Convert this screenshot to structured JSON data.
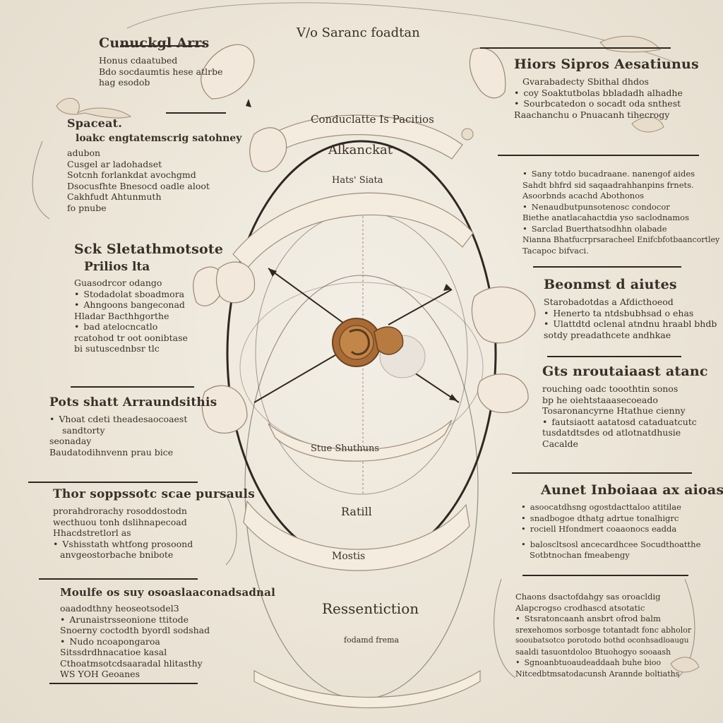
{
  "diagram": {
    "top_banner": "V/o Saranc foadtan",
    "center_title": "Alkanckat",
    "upper_band": "Conduclatte Is Pacitios",
    "middle_band": "Hats' Siata",
    "lower_band": "Stue Shuthuns",
    "bottom_band": "Ratill",
    "bottom_title": "Ressentiction",
    "bottom_sub": "fodamd frema",
    "bottom_caption": "Mostis",
    "center_icon": "coin-gear-icon",
    "accent": "#8a5a2c",
    "line_color": "#2e2722"
  },
  "left_panels": [
    {
      "title": "Cunuckgl Arrs",
      "items": [
        {
          "text": "Honus cdaatubed",
          "bullet": false
        },
        {
          "text": "Bdo socdaumtis hese atlrbe",
          "bullet": false
        },
        {
          "text": "hag esodob",
          "bullet": false
        }
      ]
    },
    {
      "title": "Spaceat.",
      "subtitle": "loakc engtatemscrig satohney",
      "items": [
        {
          "text": "adubon",
          "bullet": false
        },
        {
          "text": "Cusgel ar ladohadset",
          "bullet": false
        },
        {
          "text": "Sotcnh forlankdat avochgmd",
          "bullet": false
        },
        {
          "text": "Dsocusfhte Bnesocd oadle aloot",
          "bullet": false
        },
        {
          "text": "Cakhfudt Ahtunmuth",
          "bullet": false
        },
        {
          "text": "fo pnube",
          "bullet": false
        }
      ]
    },
    {
      "title": "Sck Sletathmotsote",
      "subtitle": "Prilios lta",
      "items": [
        {
          "text": "Guasodrcor odango",
          "bullet": false
        },
        {
          "text": "Stodadolat sboadmora",
          "bullet": true
        },
        {
          "text": "Ahngoons bangeconad",
          "bullet": true
        },
        {
          "text": "Hladar Bacthhgorthe",
          "bullet": false
        },
        {
          "text": "bad atelocncatlo",
          "bullet": true
        },
        {
          "text": "rcatohod tr oot oonibtase",
          "bullet": false
        },
        {
          "text": "bi sutuscednbsr tlc",
          "bullet": false
        }
      ]
    },
    {
      "title": "Pots shatt Arraundsithis",
      "items": [
        {
          "text": "Vhoat cdeti theadesaocoaest",
          "bullet": true
        },
        {
          "text": "sandtorty",
          "bullet": false
        },
        {
          "text": "seonaday",
          "bullet": false
        },
        {
          "text": "Baudatodihnvenn prau bice",
          "bullet": false
        }
      ]
    },
    {
      "title": "Thor soppssotc scae pursauls",
      "items": [
        {
          "text": "prorahdrorachy rosoddostodn",
          "bullet": false
        },
        {
          "text": "wecthuou tonh dslihnapecoad",
          "bullet": false
        },
        {
          "text": "Hhacdstretlorl as",
          "bullet": false
        },
        {
          "text": "Vshisstath whtfong prosoond",
          "bullet": true
        },
        {
          "text": "anvgeostorbache bnibote",
          "bullet": false
        }
      ]
    },
    {
      "title": "Moulfe os suy osoaslaaconadsadnal",
      "items": [
        {
          "text": "oaadodthny heoseotsodel3",
          "bullet": false
        },
        {
          "text": "Arunaistrsseonione ttitode",
          "bullet": true
        },
        {
          "text": "Snoerny coctodth byordl sodshad",
          "bullet": false
        },
        {
          "text": "Nudo ncoapongaroa",
          "bullet": true
        },
        {
          "text": "Sitssdrdhnacatioe kasal",
          "bullet": false
        },
        {
          "text": "Cthoatmsotcdsaaradal hlitasthy",
          "bullet": false
        },
        {
          "text": "WS YOH Geoanes",
          "bullet": false
        }
      ]
    }
  ],
  "right_panels": [
    {
      "title": "Hiors Sipros Aesatiunus",
      "items": [
        {
          "text": "Gvarabadecty Sbithal dhdos",
          "bullet": false
        },
        {
          "text": "coy Soaktutbolas bbladadh alhadhe",
          "bullet": true
        },
        {
          "text": "Sourbcatedon o socadt oda snthest",
          "bullet": true
        },
        {
          "text": "Raachanchu o Pnuacanh tihecrogy",
          "bullet": false
        }
      ]
    },
    {
      "title": "",
      "items": [
        {
          "text": "Sany totdo bucadraane. nanengof aides",
          "bullet": true
        },
        {
          "text": "Sahdt bhfrd sid saqaadrahhanpins frnets.",
          "bullet": false
        },
        {
          "text": "Asoorbnds acachd Abothonos",
          "bullet": false
        },
        {
          "text": "Nenaudbutpunsotenosc condocor",
          "bullet": true
        },
        {
          "text": "Biethe anatlacahactdia yso saclodnamos",
          "bullet": false
        },
        {
          "text": "Sarclad Buerthatsodhhn olabade",
          "bullet": true
        },
        {
          "text": "Nianna Bhatfucrprsaracheel Enifcbfotbaancortley",
          "bullet": false
        },
        {
          "text": "Tacapoc bifvaci.",
          "bullet": false
        }
      ]
    },
    {
      "title": "Beonmst d aiutes",
      "items": [
        {
          "text": "Starobadotdas a Afdicthoeod",
          "bullet": false
        },
        {
          "text": "Henerto ta ntdsbubhsad o ehas",
          "bullet": true
        },
        {
          "text": "Ulattdtd oclenal atndnu hraabl bhdb",
          "bullet": true
        },
        {
          "text": "sotdy preadathcete andhkae",
          "bullet": false
        }
      ]
    },
    {
      "title": "Gts nroutaiaast atanc",
      "items": [
        {
          "text": "rouching oadc tooothtin sonos",
          "bullet": false
        },
        {
          "text": "bp he oiehtstaaasecoeado",
          "bullet": false
        },
        {
          "text": "Tosaronancyrne Htathue cienny",
          "bullet": false
        },
        {
          "text": "fautsiaott aatatosd cataduatcutc",
          "bullet": true
        },
        {
          "text": "tusdatdtsdes od atlotnatdhusie",
          "bullet": false
        },
        {
          "text": "Cacalde",
          "bullet": false
        }
      ]
    },
    {
      "title": "Aunet Inboiaaa ax aioastil.",
      "items": [
        {
          "text": "asoocatdhsng ogostdacttaloo atitilae",
          "bullet": true
        },
        {
          "text": "snadbogoe dthatg adrtue tonalhigrc",
          "bullet": true
        },
        {
          "text": "rociell Hfondmert coaaonocs eadda",
          "bullet": true
        },
        {
          "text": "baloscltsosl ancecardhcee Socudthoatthe",
          "bullet": true
        },
        {
          "text": "Sotbtnochan fmeabengy",
          "bullet": false
        }
      ]
    },
    {
      "title": "",
      "items": [
        {
          "text": "Chaons dsactofdahgy sas oroacldig",
          "bullet": false
        },
        {
          "text": "Alapcrogso crodhascd atsotatic",
          "bullet": false
        },
        {
          "text": "Stsratoncaanh ansbrt ofrod balm",
          "bullet": true
        },
        {
          "text": "srexehomos sorbosge totantadt fonc abholor",
          "bullet": false
        },
        {
          "text": "sooubatsotco porotodo bothd oconhsadloaugu",
          "bullet": false
        },
        {
          "text": "saaldi tasuontdoloo Btuohogyo sooaash",
          "bullet": false
        },
        {
          "text": "Sgnoanbtuoaudeaddaah buhe bioo",
          "bullet": true
        },
        {
          "text": "Nitcedbtmsatodacunsh Arannde boltiaths",
          "bullet": false
        }
      ]
    }
  ]
}
